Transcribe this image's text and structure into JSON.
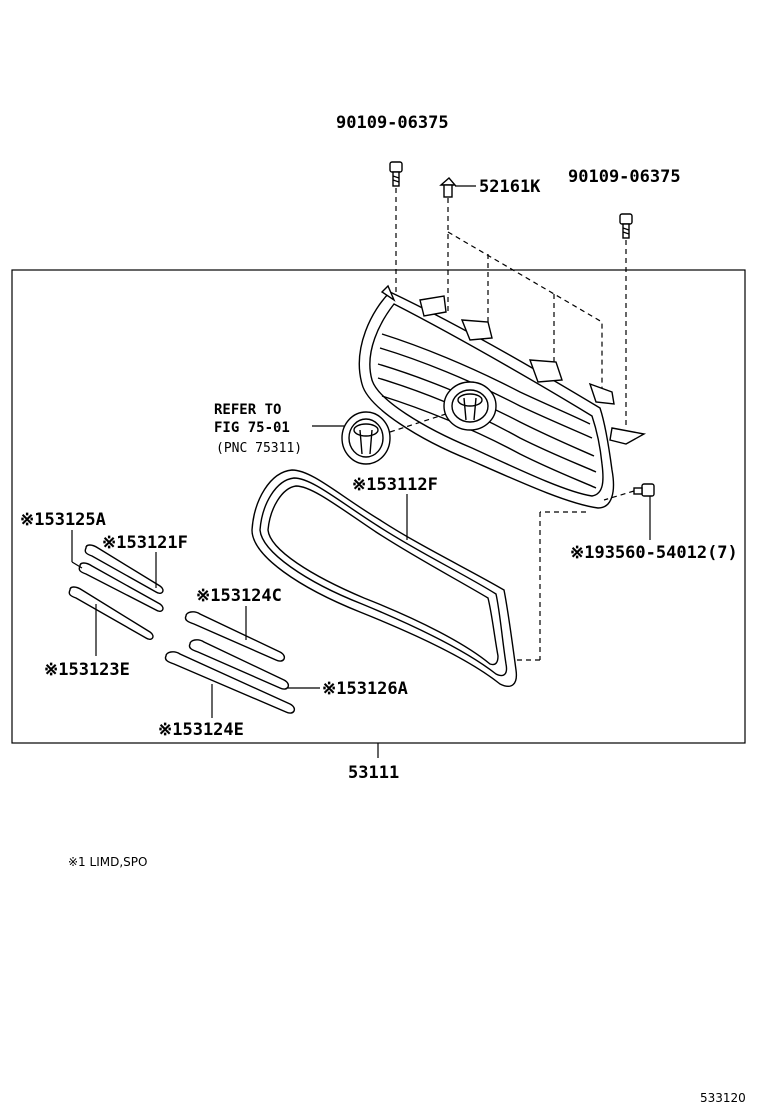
{
  "parts": {
    "bolt_top": "90109-06375",
    "clip": "52161K",
    "bolt_right": "90109-06375",
    "emblem_ref_line1": "REFER TO",
    "emblem_ref_line2": "FIG 75-01",
    "emblem_ref_line3": "(PNC 75311)",
    "molding_frame": "※153112F",
    "screw": "※193560-54012(7)",
    "strip_125a": "※153125A",
    "strip_121f": "※153121F",
    "strip_123e": "※153123E",
    "strip_124c": "※153124C",
    "strip_126a": "※153126A",
    "strip_124e": "※153124E",
    "assembly": "53111"
  },
  "notes": {
    "footnote": "※1 LIMD,SPO",
    "figure_code": "533120"
  }
}
